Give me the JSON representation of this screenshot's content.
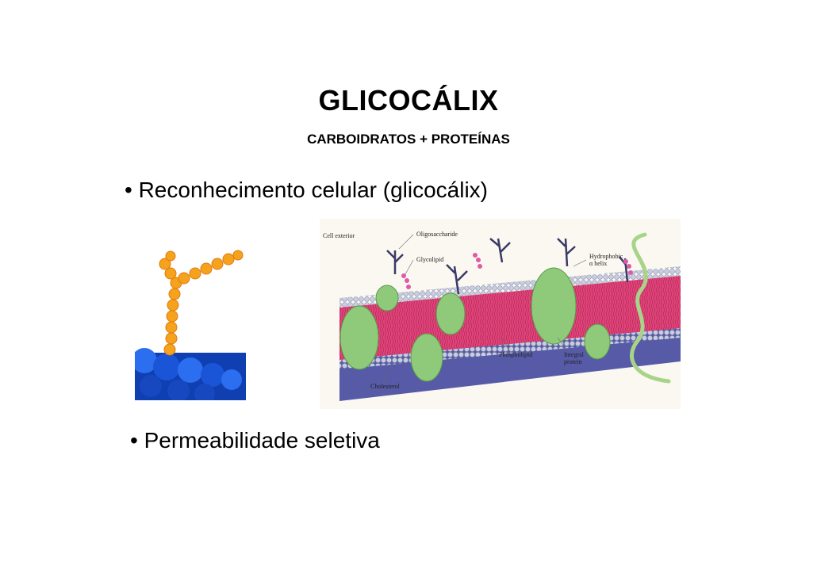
{
  "slide": {
    "title": "GLICOCÁLIX",
    "subtitle": "CARBOIDRATOS + PROTEÍNAS",
    "bullets": [
      "• Reconhecimento celular (glicocálix)",
      "• Permeabilidade seletiva"
    ]
  },
  "figure": {
    "labels": {
      "cell_exterior": "Cell exterior",
      "oligosaccharide": "Oligosaccharide",
      "glycolipid": "Glycolipid",
      "hydrophobic": "Hydrophobic",
      "alpha_helix": "α helix",
      "phospholipid": "Phospholipid",
      "integral": "Integral",
      "protein": "protein",
      "cholesterol": "Cholesterol"
    },
    "colors": {
      "bead": "#f5a21c",
      "surface_blue": "#1a55d8",
      "lipid_head": "#c9cde0",
      "lipid_tail": "#e0457a",
      "protein": "#8fc97a",
      "cytoplasm": "#3a3f9a"
    }
  }
}
